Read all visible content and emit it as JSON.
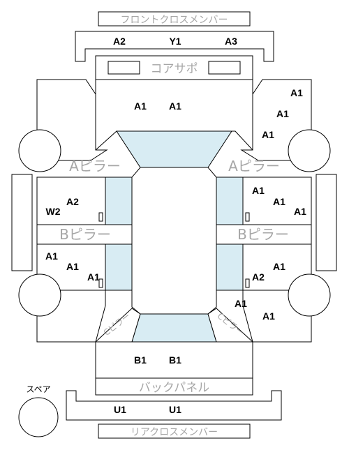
{
  "colors": {
    "outline": "#000000",
    "label_grey": "#a6a6a6",
    "glass": "#d8ecf3",
    "fill": "#ffffff"
  },
  "part_labels": {
    "front_cross_member": "フロントクロスメンバー",
    "core_support": "コアサポ",
    "a_pillar_left": "Aピラー",
    "a_pillar_right": "Aピラー",
    "b_pillar_left": "Bピラー",
    "b_pillar_right": "Bピラー",
    "c_pillar_left": "Cピラー",
    "c_pillar_right": "Cピラー",
    "back_panel": "バックパネル",
    "rear_cross_member": "リアクロスメンバー",
    "spare": "スペア"
  },
  "grades": {
    "front_cross_member": [
      "A2",
      "Y1",
      "A3"
    ],
    "hood": [
      "A1",
      "A1"
    ],
    "front_right_fender": [
      "A1",
      "A1",
      "A1"
    ],
    "left_front_door": [
      "A2",
      "W2"
    ],
    "right_front_door": [
      "A1",
      "A1",
      "A1"
    ],
    "left_rear_door": [
      "A1",
      "A1",
      "A1"
    ],
    "right_rear_door": [
      "A1",
      "A2"
    ],
    "right_rear_fender": [
      "A1",
      "A1"
    ],
    "trunk": [
      "B1",
      "B1"
    ],
    "rear_cross_member": [
      "U1",
      "U1"
    ]
  }
}
